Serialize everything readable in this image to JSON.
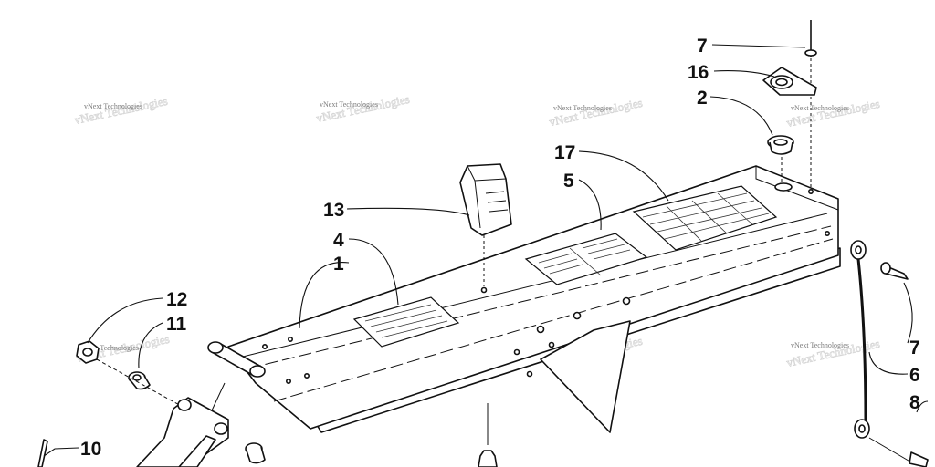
{
  "watermark": {
    "text": "vNext Technologies"
  },
  "callouts": [
    {
      "id": "c7a",
      "label": "7"
    },
    {
      "id": "c16",
      "label": "16"
    },
    {
      "id": "c2",
      "label": "2"
    },
    {
      "id": "c17",
      "label": "17"
    },
    {
      "id": "c5",
      "label": "5"
    },
    {
      "id": "c13",
      "label": "13"
    },
    {
      "id": "c4",
      "label": "4"
    },
    {
      "id": "c1",
      "label": "1"
    },
    {
      "id": "c12",
      "label": "12"
    },
    {
      "id": "c11",
      "label": "11"
    },
    {
      "id": "c10",
      "label": "10"
    },
    {
      "id": "c7b",
      "label": "7"
    },
    {
      "id": "c6",
      "label": "6"
    },
    {
      "id": "c8",
      "label": "8"
    }
  ]
}
